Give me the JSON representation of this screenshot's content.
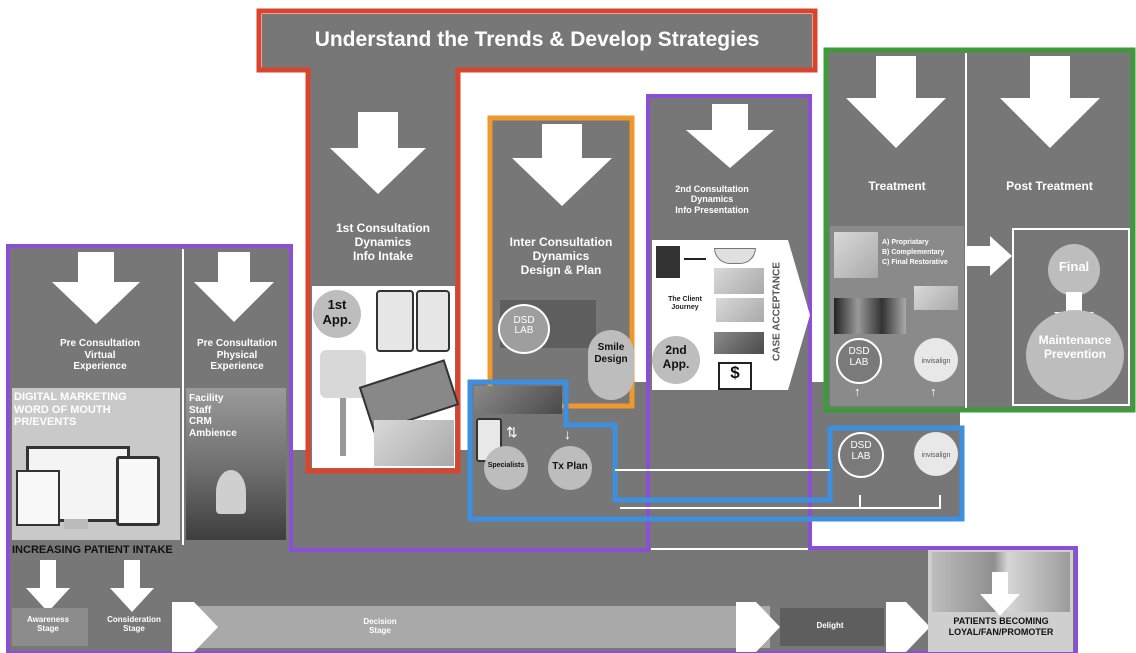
{
  "title": "Understand the Trends & Develop Strategies",
  "pre_virtual": "Pre Consultation\nVirtual\nExperience",
  "pre_physical": "Pre Consultation\nPhysical\nExperience",
  "digital_marketing": "DIGITAL MARKETING\nWORD OF MOUTH\nPR/EVENTS",
  "facility_list": "Facility\nStaff\nCRM\nAmbience",
  "increasing_intake": "INCREASING PATIENT INTAKE",
  "first_consult": "1st Consultation\nDynamics\nInfo Intake",
  "first_app": "1st\nApp.",
  "inter_consult": "Inter Consultation\nDynamics\nDesign & Plan",
  "smile_design": "Smile\nDesign",
  "second_consult": "2nd Consultation\nDynamics\nInfo Presentation",
  "client_journey": "The Client\nJourney",
  "second_app": "2nd\nApp.",
  "dollar": "$",
  "case_acceptance": "CASE ACCEPTANCE",
  "treatment": "Treatment",
  "post_treatment": "Post Treatment",
  "treatment_list": "A) Propriatary\nB) Complementary\nC) Final Restorative",
  "final": "Final",
  "maintenance": "Maintenance\nPrevention",
  "specialists": "Specialists",
  "tx_plan": "Tx Plan",
  "dsd_lab": "DSD\nLAB",
  "invisalign": "invisalign",
  "stages": {
    "awareness": "Awareness\nStage",
    "consideration": "Consideration\nStage",
    "decision": "Decision\nStage",
    "delight": "Delight"
  },
  "loyal": "PATIENTS BECOMING\nLOYAL/FAN/PROMOTER",
  "colors": {
    "red": "#d9452c",
    "orange": "#f0982c",
    "purple": "#8a4fd6",
    "green": "#3f9a3a",
    "blue": "#3e8fe0",
    "gray": "#777777"
  }
}
